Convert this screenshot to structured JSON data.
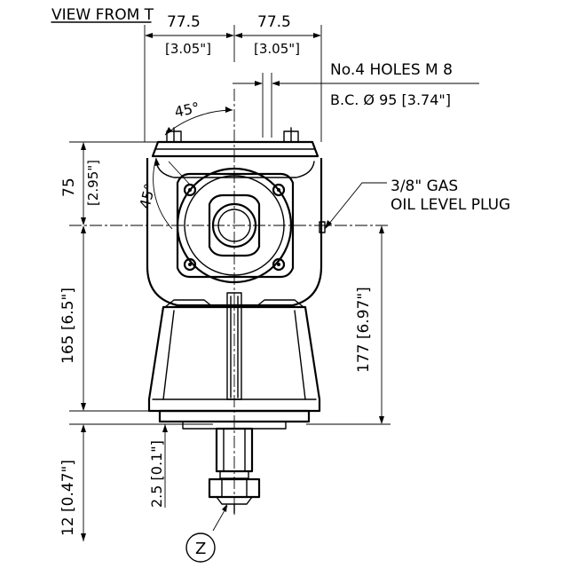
{
  "view_title": "VIEW FROM T",
  "dims": {
    "top_left": "77.5",
    "top_left_in": "[3.05\"]",
    "top_right": "77.5",
    "top_right_in": "[3.05\"]",
    "holes": "No.4  HOLES  M 8",
    "bc": "B.C. Ø 95 [3.74\"]",
    "angle_top": "45°",
    "angle_side": "45°",
    "left_75": "75",
    "left_75_in": "[2.95\"]",
    "left_165": "165  [6.5\"]",
    "left_12": "12  [0.47\"]",
    "mid_25": "2.5 [0.1\"]",
    "right_177": "177 [6.97\"]"
  },
  "callout": {
    "line1": "3/8\" GAS",
    "line2": "OIL LEVEL PLUG"
  },
  "detail_marker": "Z"
}
